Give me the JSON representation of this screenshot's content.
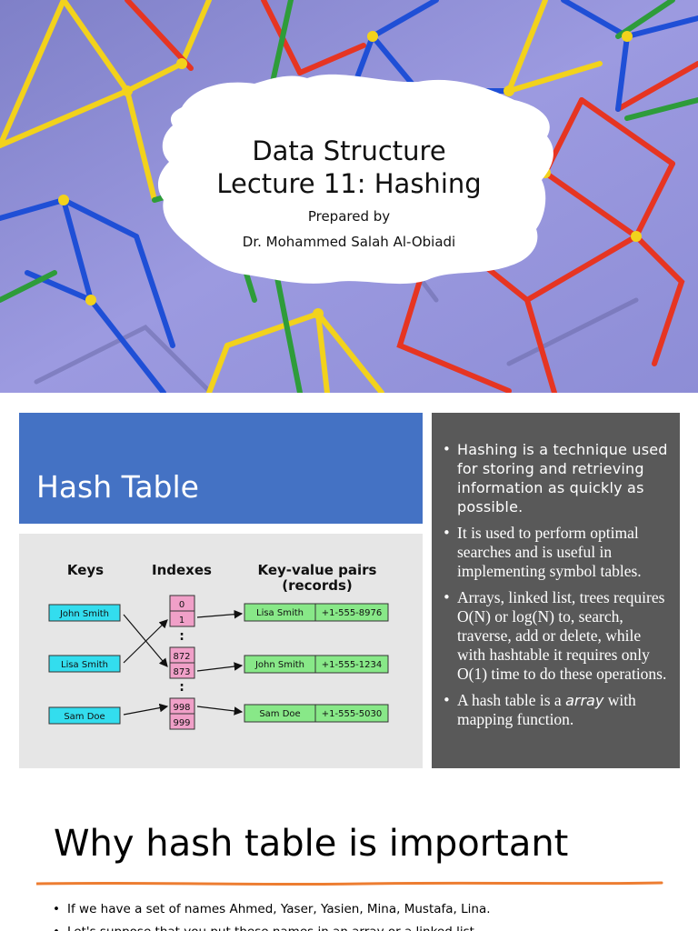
{
  "slide1": {
    "title_line1": "Data Structure",
    "title_line2": "Lecture 11: Hashing",
    "prepared_by": "Prepared by",
    "author": "Dr. Mohammed Salah Al-Obiadi"
  },
  "slide2": {
    "title": "Hash Table",
    "diagram": {
      "col_keys": "Keys",
      "col_indexes": "Indexes",
      "col_pairs_line1": "Key-value pairs",
      "col_pairs_line2": "(records)",
      "keys": [
        "John Smith",
        "Lisa Smith",
        "Sam Doe"
      ],
      "indexes": [
        "0",
        "1",
        ":",
        "872",
        "873",
        ":",
        "998",
        "999"
      ],
      "records": [
        {
          "name": "Lisa Smith",
          "phone": "+1-555-8976"
        },
        {
          "name": "John Smith",
          "phone": "+1-555-1234"
        },
        {
          "name": "Sam Doe",
          "phone": "+1-555-5030"
        }
      ]
    },
    "bullets": {
      "b1": "Hashing is a technique used for storing and retrieving information as quickly as possible.",
      "b2": "It is used to perform optimal searches and is useful in implementing symbol tables.",
      "b3": "Arrays, linked list, trees requires O(N) or log(N) to, search, traverse, add or delete, while with hashtable it requires only O(1) time to do these operations.",
      "b4_pre": "A hash table is a ",
      "b4_em": "array",
      "b4_post": " with mapping function."
    }
  },
  "slide3": {
    "title": "Why hash table is important",
    "bullets": [
      "If we have a set of names Ahmed, Yaser, Yasien, Mina, Mustafa, Lina.",
      "Let's suppose that you put these names in an array or a linked list."
    ]
  },
  "colors": {
    "header_blue": "#4472c4",
    "panel_gray": "#595959",
    "key_cyan": "#33ddee",
    "index_pink": "#f0a0c8",
    "record_green": "#88e888",
    "rule_orange": "#ed7d31"
  }
}
